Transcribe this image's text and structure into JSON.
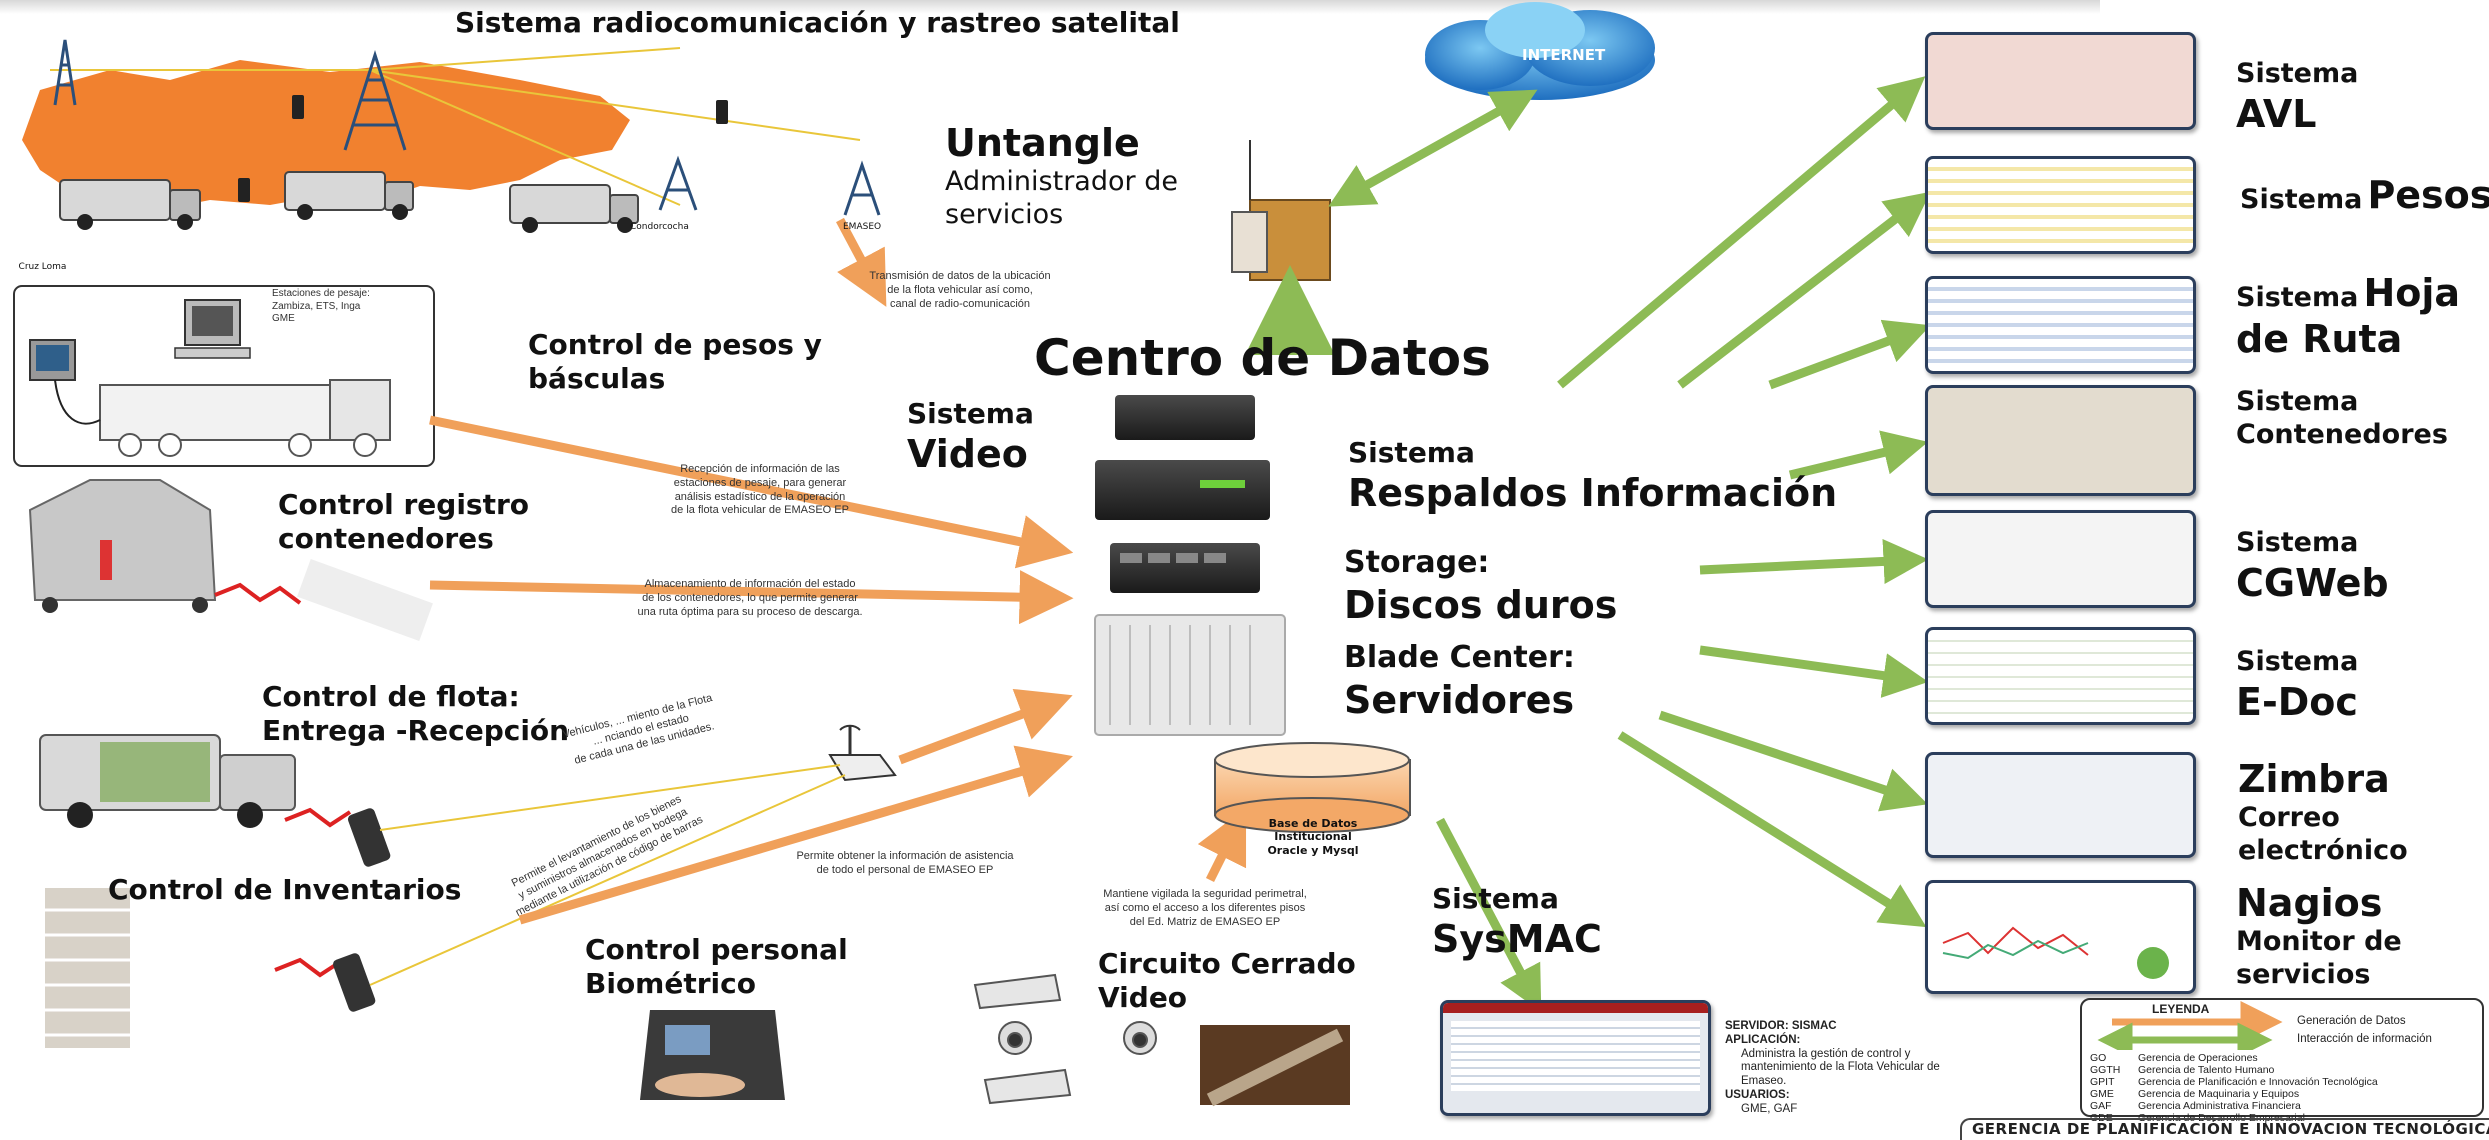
{
  "header": {
    "title": "Sistema radiocomunicación y rastreo satelital"
  },
  "center": {
    "title": "Centro de Datos",
    "internet": "INTERNET",
    "database_line1": "Base de Datos Institucional",
    "database_line2": "Oracle y Mysql"
  },
  "left_labels": {
    "untangle_title": "Untangle",
    "untangle_sub1": "Administrador de",
    "untangle_sub2": "servicios",
    "pesos_line1": "Control de pesos y",
    "pesos_line2": "básculas",
    "contenedores_line1": "Control registro",
    "contenedores_line2": "contenedores",
    "flota_line1": "Control de flota:",
    "flota_line2": "Entrega -Recepción",
    "inventarios": "Control de Inventarios",
    "personal_line1": "Control personal",
    "personal_line2": "Biométrico",
    "circuito_line1": "Circuito Cerrado",
    "circuito_line2": "Video",
    "video_line1": "Sistema",
    "video_line2": "Video"
  },
  "center_labels": {
    "respaldos_line1": "Sistema",
    "respaldos_line2": "Respaldos Información",
    "storage_line1": "Storage:",
    "storage_line2": "Discos duros",
    "blade_line1": "Blade Center:",
    "blade_line2": "Servidores",
    "sysmac_line1": "Sistema",
    "sysmac_line2": "SysMAC"
  },
  "notes": {
    "radio": [
      "Transmisión de datos de la ubicación",
      "de la flota vehicular así como,",
      "canal de radio-comunicación"
    ],
    "pesaje_stations": [
      "Estaciones de pesaje:",
      "Zambiza, ETS, Inga",
      "GME"
    ],
    "pesaje": [
      "Recepción de información de las",
      "estaciones de pesaje, para generar",
      "análisis estadístico de la operación",
      "de la flota vehicular de EMASEO EP"
    ],
    "contenedores": [
      "Almacenamiento de información del estado",
      "de los contenedores, lo que permite generar",
      "una ruta óptima para su proceso de descarga."
    ],
    "flota": [
      "Vehículos, ... miento de la Flota",
      "... nciando el estado",
      "de cada una de las unidades."
    ],
    "inventario": [
      "Permite el levantamiento de los bienes",
      "y suministros almacenados en bodega",
      "mediante la utilización de código de barras"
    ],
    "asistencia": [
      "Permite obtener la información de asistencia",
      "de todo el personal de EMASEO EP"
    ],
    "seguridad": [
      "Mantiene vigilada la seguridad perimetral,",
      "así como el acceso a los diferentes pisos",
      "del Ed. Matriz de EMASEO EP"
    ],
    "map_places": [
      "Cruz Loma",
      "Condorcocha",
      "EMASEO"
    ]
  },
  "systems": [
    {
      "line1": "Sistema",
      "line2": "AVL"
    },
    {
      "line1": "Sistema",
      "line2": "Pesos"
    },
    {
      "line1": "Sistema",
      "line2": "Hoja",
      "line3": "de Ruta"
    },
    {
      "line1": "Sistema",
      "line2": "Contenedores"
    },
    {
      "line1": "Sistema",
      "line2": "CGWeb"
    },
    {
      "line1": "Sistema",
      "line2": "E-Doc"
    },
    {
      "line1": "Zimbra",
      "line2": "Correo",
      "line3": "electrónico"
    },
    {
      "line1": "Nagios",
      "line2": "Monitor de",
      "line3": "servicios"
    }
  ],
  "sysmac_info": {
    "servidor": "SERVIDOR: SISMAC",
    "aplicacion": "APLICACIÓN:",
    "aplicacion_desc": [
      "Administra la gestión de control y",
      "mantenimiento de la Flota Vehicular de",
      "Emaseo."
    ],
    "usuarios": "USUARIOS:",
    "usuarios_desc": "GME, GAF"
  },
  "legend": {
    "title": "LEYENDA",
    "generacion": "Generación de Datos",
    "interaccion": "Interacción de información",
    "entries": [
      {
        "code": "GO",
        "name": "Gerencia de Operaciones"
      },
      {
        "code": "GGTH",
        "name": "Gerencia de Talento Humano"
      },
      {
        "code": "GPIT",
        "name": "Gerencia de Planificación e Innovación Tecnológica"
      },
      {
        "code": "GME",
        "name": "Gerencia de Maquinaria y Equipos"
      },
      {
        "code": "GAF",
        "name": "Gerencia Administrativa Financiera"
      },
      {
        "code": "GDE",
        "name": "Gerencia de Desarrollo Empresarial"
      }
    ]
  },
  "footer": "GERENCIA DE PLANIFICACIÓN E INNOVACION TECNOLÓGICA",
  "colors": {
    "orange_arrow": "#f0a05a",
    "green_arrow": "#8dbb55",
    "map_orange": "#f07a24",
    "cloud_blue": "#2a8fd6",
    "frame_navy": "#2b3e5c"
  }
}
